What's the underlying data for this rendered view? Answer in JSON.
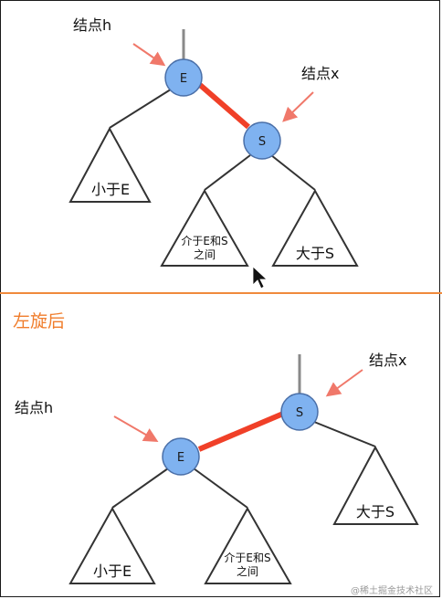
{
  "colors": {
    "node_fill": "#7fb2f0",
    "node_stroke": "#4a6fa8",
    "red_link": "#f04028",
    "arrow": "#f0786a",
    "divider": "#f08a3c",
    "section_title": "#f07d2c",
    "edge": "#333333",
    "root_line": "#8a8a8a"
  },
  "top": {
    "label_h": "结点h",
    "label_x": "结点x",
    "node_e": "E",
    "node_s": "S",
    "subtree_less": "小于E",
    "subtree_between_1": "介于E和S",
    "subtree_between_2": "之间",
    "subtree_greater": "大于S"
  },
  "section_title": "左旋后",
  "bottom": {
    "label_h": "结点h",
    "label_x": "结点x",
    "node_e": "E",
    "node_s": "S",
    "subtree_less": "小于E",
    "subtree_between_1": "介于E和S",
    "subtree_between_2": "之间",
    "subtree_greater": "大于S"
  },
  "watermark": "@稀土掘金技术社区"
}
